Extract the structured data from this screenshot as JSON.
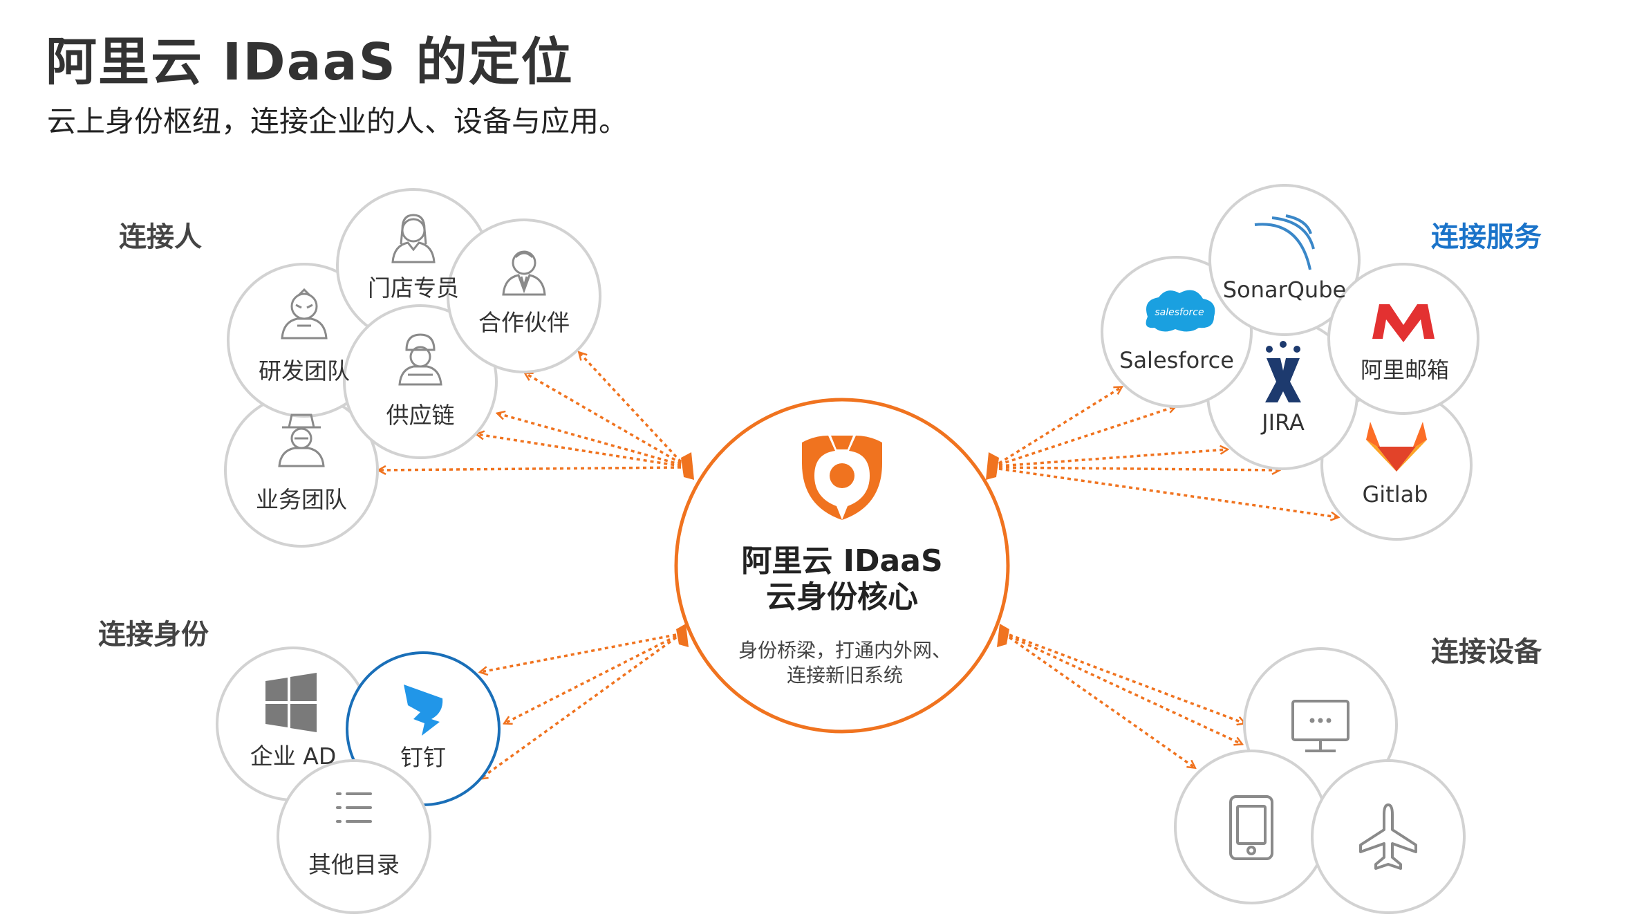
{
  "title": "阿里云 IDaaS 的定位",
  "subtitle": "云上身份枢纽，连接企业的人、设备与应用。",
  "sections": {
    "people": "连接人",
    "services": "连接服务",
    "identity": "连接身份",
    "devices": "连接设备"
  },
  "center": {
    "title_line1": "阿里云 IDaaS",
    "title_line2": "云身份核心",
    "desc_line1": "身份桥梁，打通内外网、",
    "desc_line2": "连接新旧系统"
  },
  "people": [
    {
      "label": "门店专员",
      "icon": "woman-staff-icon"
    },
    {
      "label": "合作伙伴",
      "icon": "businessman-icon"
    },
    {
      "label": "研发团队",
      "icon": "hero-mask-icon"
    },
    {
      "label": "供应链",
      "icon": "worker-helmet-icon"
    },
    {
      "label": "业务团队",
      "icon": "detective-icon"
    }
  ],
  "services": [
    {
      "label": "SonarQube",
      "icon": "sonarqube-logo-icon"
    },
    {
      "label": "Salesforce",
      "icon": "salesforce-logo-icon",
      "logo_text": "salesforce"
    },
    {
      "label": "阿里邮箱",
      "icon": "aliyun-mail-logo-icon"
    },
    {
      "label": "JIRA",
      "icon": "jira-logo-icon"
    },
    {
      "label": "Gitlab",
      "icon": "gitlab-logo-icon"
    }
  ],
  "identity": [
    {
      "label": "企业 AD",
      "icon": "windows-logo-icon"
    },
    {
      "label": "钉钉",
      "icon": "dingtalk-logo-icon"
    },
    {
      "label": "其他目录",
      "icon": "list-icon"
    }
  ],
  "devices": [
    {
      "icon": "monitor-icon"
    },
    {
      "icon": "tablet-icon"
    },
    {
      "icon": "airplane-icon"
    }
  ],
  "colors": {
    "accent": "#f0731f",
    "circle_border": "#d2d2d2",
    "dingtalk_border": "#1a6fb8",
    "services_heading": "#1a73c9",
    "icon_gray": "#8a8a8a"
  }
}
